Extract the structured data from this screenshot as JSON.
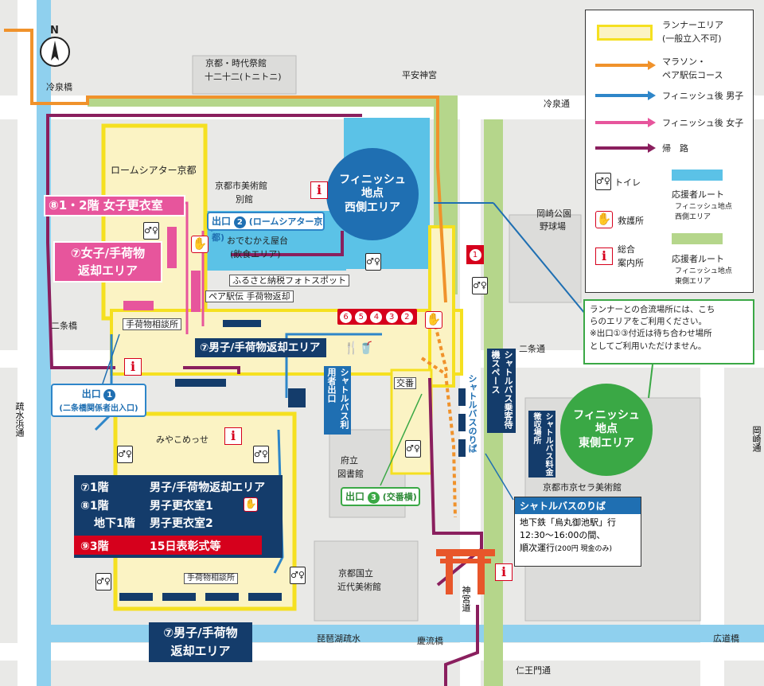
{
  "colors": {
    "runner_area_border": "#f5e020",
    "runner_area_fill": "#fbf3c4",
    "marathon_course": "#f0922b",
    "finish_men": "#2e86c9",
    "finish_women": "#e7559c",
    "return_route": "#8a1f5e",
    "supporter_west": "#5bc2e7",
    "supporter_east": "#b5d68b",
    "navy": "#143c6b",
    "red": "#d6001c",
    "green": "#3aa845"
  },
  "compass": {
    "north": "N"
  },
  "labels": {
    "reizeibashi": "冷泉橋",
    "jidai_line1": "京都・時代祭館",
    "jidai_line2": "十二十二(トニトニ)",
    "heian_jingu": "平安神宮",
    "reizei_dori": "冷泉通",
    "rohm_theatre": "ロームシアター京都",
    "museum_line1": "京都市美術館",
    "museum_line2": "別館",
    "okazaki_park_line1": "岡崎公園",
    "okazaki_park_line2": "野球場",
    "omukae_line1": "おでむかえ屋台",
    "omukae_line2": "(飲食エリア)",
    "furusato": "ふるさと納税フォトスポット",
    "pair_ekiden": "ペア駅伝 手荷物返却",
    "nijobashi": "二条橋",
    "nijo_dori": "二条通",
    "baggage_consult": "手荷物相談所",
    "baggage_consult2": "手荷物相談所",
    "sosui_line": "疏水浜通",
    "miyako_messe": "みやこめっせ",
    "koban": "交番",
    "library_line1": "府立",
    "library_line2": "図書館",
    "kyocera": "京都市京セラ美術館",
    "kindai_line1": "京都国立",
    "kindai_line2": "近代美術館",
    "jingu_michi": "神宮道",
    "biwako_sosui": "琵琶湖疏水",
    "keiryubashi": "慶流橋",
    "hirodobashi": "広道橋",
    "niomon": "仁王門通",
    "okazaki_michi": "岡崎通"
  },
  "boxes": {
    "women_change": "⑧1・2階 女子更衣室",
    "women_return_line1": "⑦女子/手荷物",
    "women_return_line2": "返却エリア",
    "men_return_top": "⑦男子/手荷物返却エリア",
    "men_return_bottom_line1": "⑦男子/手荷物",
    "men_return_bottom_line2": "返却エリア",
    "messe_row1_left": "⑦1階",
    "messe_row1_right": "男子/手荷物返却エリア",
    "messe_row2_left": "⑧1階",
    "messe_row2_right": "男子更衣室1",
    "messe_row3_left": "地下1階",
    "messe_row3_right": "男子更衣室2",
    "messe_row4_left": "⑨3階",
    "messe_row4_right": "15日表彰式等"
  },
  "exits": {
    "exit2_prefix": "出口",
    "exit2_num": "2",
    "exit2_note": "(ロームシアター京都)",
    "exit1_prefix": "出口",
    "exit1_num": "1",
    "exit1_note": "(二条橋関係者出入口)",
    "exit3_prefix": "出口",
    "exit3_num": "3",
    "exit3_note": "(交番横)"
  },
  "vertical_labels": {
    "shuttle_exit": "シャトルバス利用者出口",
    "shuttle_wait": "シャトルバス乗客待機スペース",
    "shuttle_fare": "シャトルバス料金徴収場所",
    "shuttle_stop_v": "シャトルバスのりば"
  },
  "finish_west": {
    "line1": "フィニッシュ",
    "line2": "地点",
    "line3": "西側エリア"
  },
  "finish_east": {
    "line1": "フィニッシュ",
    "line2": "地点",
    "line3": "東側エリア"
  },
  "checkpoints": [
    "6",
    "5",
    "4",
    "3",
    "2"
  ],
  "checkpoint1": "1",
  "shuttle_info": {
    "title": "シャトルバスのりば",
    "line1": "地下鉄「烏丸御池駅」行",
    "line2": "12:30〜16:00の間、",
    "line3": "順次運行",
    "line3_small": "(200円 現金のみ)"
  },
  "legend": {
    "runner_area_line1": "ランナーエリア",
    "runner_area_line2": "(一般立入不可)",
    "marathon_line1": "マラソン・",
    "marathon_line2": "ペア駅伝コース",
    "finish_men": "フィニッシュ後 男子",
    "finish_women": "フィニッシュ後 女子",
    "return": "帰　路",
    "toilet": "トイレ",
    "first_aid": "救護所",
    "info_line1": "総合",
    "info_line2": "案内所",
    "supporter_west_line1": "応援者ルート",
    "supporter_west_line2": "フィニッシュ地点",
    "supporter_west_line3": "西側エリア",
    "supporter_east_line1": "応援者ルート",
    "supporter_east_line2": "フィニッシュ地点",
    "supporter_east_line3": "東側エリア"
  },
  "note": {
    "line1": "ランナーとの合流場所には、こち",
    "line2": "らのエリアをご利用ください。",
    "line3": "※出口①③付近は待ち合わせ場所",
    "line4": "としてご利用いただけません。"
  }
}
